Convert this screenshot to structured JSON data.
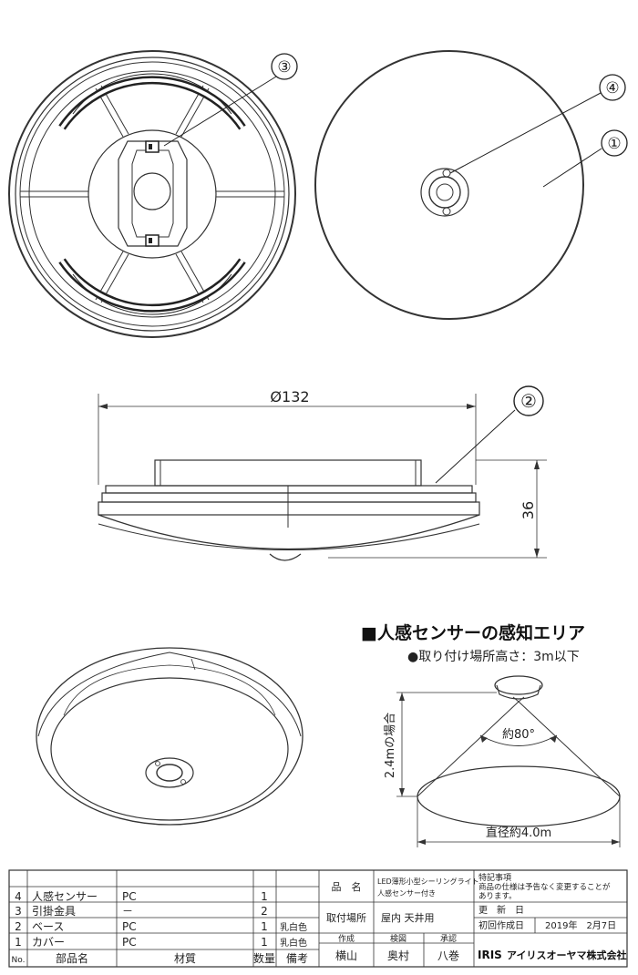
{
  "callouts": {
    "c1": "①",
    "c2": "②",
    "c3": "③",
    "c4": "④"
  },
  "dimensions": {
    "diameter": "Ø132",
    "height": "36"
  },
  "sensor_area": {
    "title": "■人感センサーの感知エリア",
    "note": "●取り付け場所高さ：3m以下",
    "height_label": "2.4mの場合",
    "angle_label": "約80°",
    "diameter_label": "直径約4.0m"
  },
  "parts_table": {
    "rows": [
      {
        "no": "4",
        "name": "人感センサー",
        "material": "PC",
        "qty": "1",
        "note": ""
      },
      {
        "no": "3",
        "name": "引掛金具",
        "material": "－",
        "qty": "2",
        "note": ""
      },
      {
        "no": "2",
        "name": "ベース",
        "material": "PC",
        "qty": "1",
        "note": "乳白色"
      },
      {
        "no": "1",
        "name": "カバー",
        "material": "PC",
        "qty": "1",
        "note": "乳白色"
      }
    ],
    "header": {
      "no": "No.",
      "name": "部品名",
      "material": "材質",
      "qty": "数量",
      "note": "備考"
    }
  },
  "title_block": {
    "product_label": "品　名",
    "product_line1": "LED薄形小型シーリングライト",
    "product_line2": "人感センサー付き",
    "place_label": "取付場所",
    "place_value": "屋内 天井用",
    "made_label": "作成",
    "check_label": "検図",
    "approve_label": "承認",
    "made_by": "横山",
    "checked_by": "奥村",
    "approved_by": "八巻",
    "notes_label": "特記事項",
    "notes_line1": "商品の仕様は予告なく変更することが",
    "notes_line2": "あります。",
    "update_label": "更　新　日",
    "first_date_label": "初回作成日",
    "first_date_value": "2019年　2月7日",
    "logo": "IRIS",
    "company": "アイリスオーヤマ株式会社"
  }
}
